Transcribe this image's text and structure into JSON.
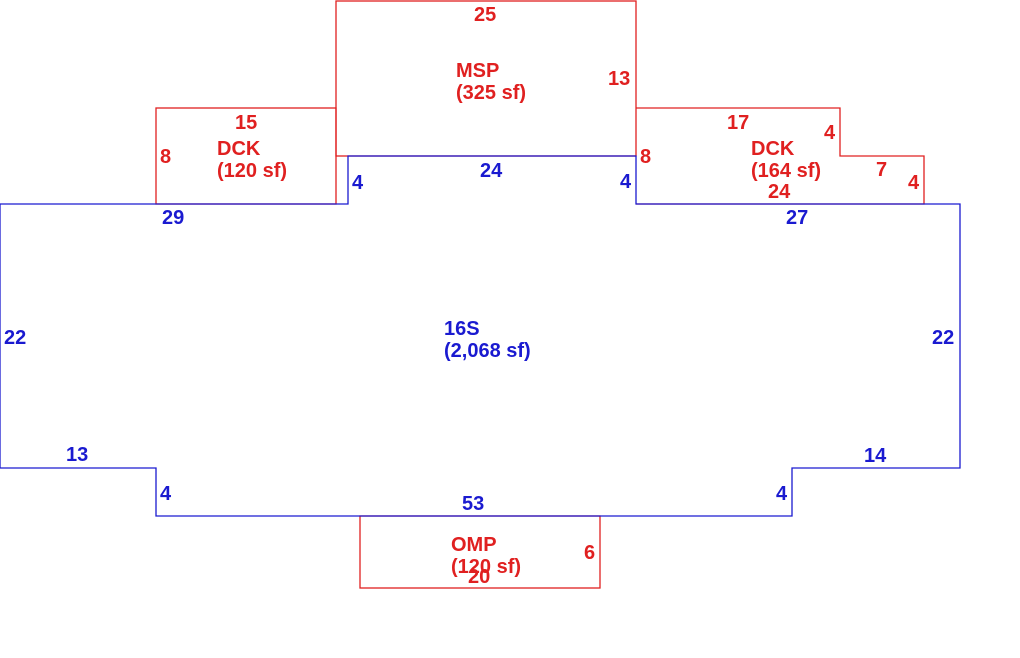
{
  "colors": {
    "addition": "#e02020",
    "main": "#1a1ad0"
  },
  "areas": {
    "main": {
      "code": "16S",
      "size": "(2,068 sf)"
    },
    "msp": {
      "code": "MSP",
      "size": "(325 sf)"
    },
    "deck_left": {
      "code": "DCK",
      "size": "(120 sf)"
    },
    "deck_right": {
      "code": "DCK",
      "size": "(164 sf)"
    },
    "omp": {
      "code": "OMP",
      "size": "(120 sf)"
    }
  },
  "dimensions": {
    "msp_top": "25",
    "msp_right": "13",
    "deck_left_top": "15",
    "deck_left_side": "8",
    "deck_right_top": "17",
    "deck_right_notch_v": "4",
    "deck_right_notch_h": "7",
    "deck_right_right": "4",
    "deck_right_bottom": "24",
    "deck_right_left": "8",
    "main_top_recess": "24",
    "main_recess_left": "4",
    "main_recess_right": "4",
    "main_top_left": "29",
    "main_top_right": "27",
    "main_left": "22",
    "main_right": "22",
    "main_lower_left": "13",
    "main_lower_right": "14",
    "main_step_left": "4",
    "main_step_right": "4",
    "main_bottom": "53",
    "omp_right": "6",
    "omp_bottom": "20"
  }
}
